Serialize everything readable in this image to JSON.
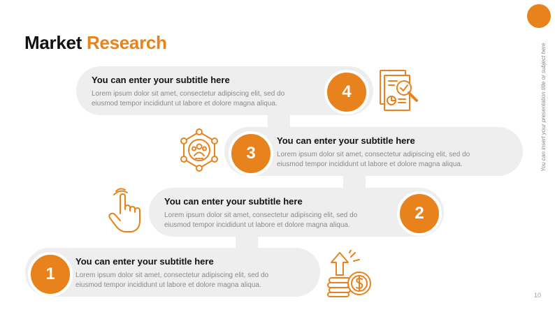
{
  "title": {
    "word1": "Market",
    "word2": "Research"
  },
  "side_note": "You can insert your presentation title or subject here",
  "page_number": "10",
  "accent_color": "#E8821C",
  "steps": [
    {
      "number": "1",
      "title": "You can enter your subtitle here",
      "body_line1": "Lorem ipsum dolor sit amet, consectetur adipiscing elit, sed do",
      "body_line2": "eiusmod tempor incididunt ut labore et dolore magna aliqua.",
      "icon": "money-growth-icon"
    },
    {
      "number": "2",
      "title": "You can enter your subtitle here",
      "body_line1": "Lorem ipsum dolor sit amet, consectetur adipiscing elit, sed do",
      "body_line2": "eiusmod tempor incididunt ut labore et dolore magna aliqua.",
      "icon": "pointing-hand-icon"
    },
    {
      "number": "3",
      "title": "You can enter your subtitle here",
      "body_line1": "Lorem ipsum dolor sit amet, consectetur adipiscing elit, sed do",
      "body_line2": "eiusmod tempor incididunt ut labore et dolore magna aliqua.",
      "icon": "network-people-icon"
    },
    {
      "number": "4",
      "title": "You can enter your subtitle here",
      "body_line1": "Lorem ipsum dolor sit amet, consectetur adipiscing elit, sed do",
      "body_line2": "eiusmod tempor incididunt ut labore et dolore magna aliqua.",
      "icon": "document-search-icon"
    }
  ]
}
